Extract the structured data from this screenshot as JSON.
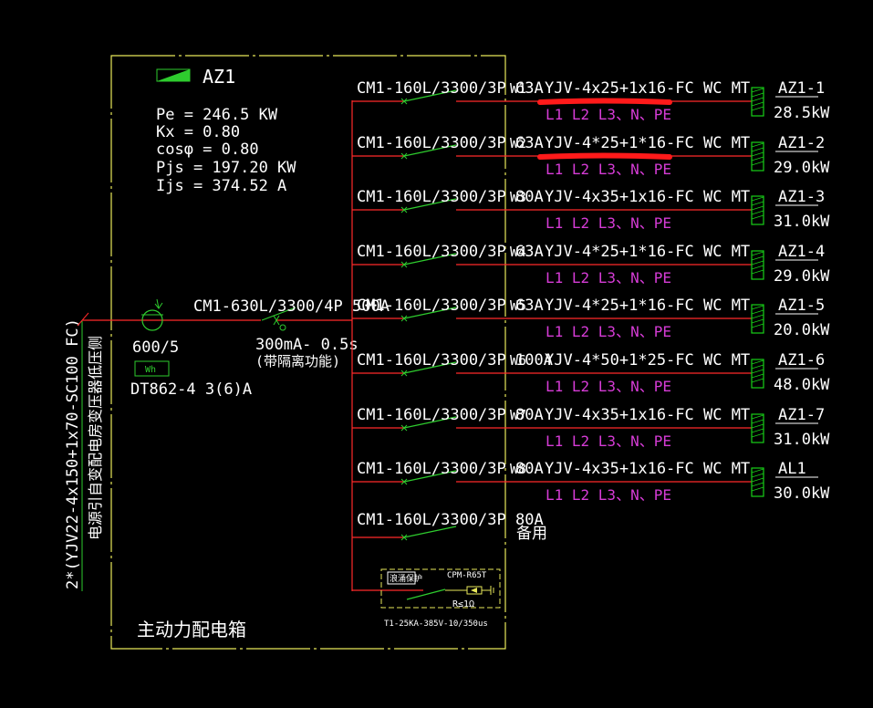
{
  "panel": {
    "name": "AZ1",
    "params": [
      "Pe = 246.5  KW",
      "Kx = 0.80",
      "cosφ = 0.80",
      "Pjs = 197.20  KW",
      "Ijs = 374.52  A"
    ],
    "title": "主动力配电箱"
  },
  "incoming": {
    "cable": "2*(YJV22-4x150+1x70-SC100 FC)",
    "note": "电源引自变配电房变压器低压侧",
    "ct": "600/5",
    "meter_symbol": "Wh",
    "meter": "DT862-4 3(6)A",
    "main_breaker": "CM1-630L/3300/4P 500A",
    "rcd": "300mA- 0.5s",
    "rcd_note": "(带隔离功能)"
  },
  "feeders": [
    {
      "breaker": "CM1-160L/3300/3P 63A",
      "circuit": "W1",
      "cable": "YJV-4x25+1x16-FC WC MT",
      "phases": "L1 L2 L3、N、PE",
      "load": "AZ1-1",
      "power": "28.5kW",
      "highlight": true
    },
    {
      "breaker": "CM1-160L/3300/3P 63A",
      "circuit": "W2",
      "cable": "YJV-4*25+1*16-FC WC MT",
      "phases": "L1 L2 L3、N、PE",
      "load": "AZ1-2",
      "power": "29.0kW",
      "highlight": true
    },
    {
      "breaker": "CM1-160L/3300/3P 80A",
      "circuit": "W3",
      "cable": "YJV-4x35+1x16-FC WC MT",
      "phases": "L1 L2 L3、N、PE",
      "load": "AZ1-3",
      "power": "31.0kW",
      "highlight": false
    },
    {
      "breaker": "CM1-160L/3300/3P 63A",
      "circuit": "W4",
      "cable": "YJV-4*25+1*16-FC WC MT",
      "phases": "L1 L2 L3、N、PE",
      "load": "AZ1-4",
      "power": "29.0kW",
      "highlight": false
    },
    {
      "breaker": "CM1-160L/3300/3P 63A",
      "circuit": "W5",
      "cable": "YJV-4*25+1*16-FC WC MT",
      "phases": "L1 L2 L3、N、PE",
      "load": "AZ1-5",
      "power": "20.0kW",
      "highlight": false
    },
    {
      "breaker": "CM1-160L/3300/3P 100A",
      "circuit": "W6",
      "cable": "YJV-4*50+1*25-FC WC MT",
      "phases": "L1 L2 L3、N、PE",
      "load": "AZ1-6",
      "power": "48.0kW",
      "highlight": false
    },
    {
      "breaker": "CM1-160L/3300/3P 80A",
      "circuit": "W7",
      "cable": "YJV-4x35+1x16-FC WC MT",
      "phases": "L1 L2 L3、N、PE",
      "load": "AZ1-7",
      "power": "31.0kW",
      "highlight": false
    },
    {
      "breaker": "CM1-160L/3300/3P 80A",
      "circuit": "W8",
      "cable": "YJV-4x35+1x16-FC WC MT",
      "phases": "L1 L2 L3、N、PE",
      "load": "AL1",
      "power": "30.0kW",
      "highlight": false
    }
  ],
  "spare": {
    "breaker": "CM1-160L/3300/3P 80A",
    "label": "备用"
  },
  "spd": {
    "box": "浪涌保护",
    "model": "CPM-R65T",
    "resistance": "R≤1Ω",
    "spec": "T1-25KA-385V-10/350us"
  },
  "colors": {
    "background": "#000000",
    "text": "#ffffff",
    "line": "#ff2a2a",
    "switch": "#2ecc2e",
    "frame": "#e8e85a",
    "phase_text": "#d63cd6",
    "load_block": "#18d018",
    "highlight": "#ff1a1a"
  }
}
